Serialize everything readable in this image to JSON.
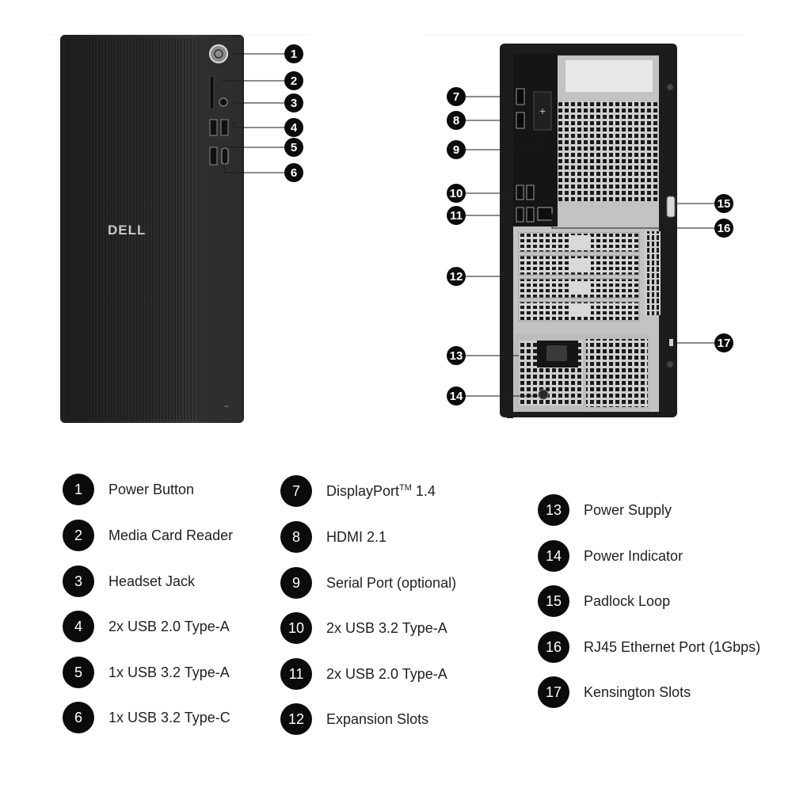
{
  "brand": {
    "logo_text": "DELL"
  },
  "front_callouts": [
    {
      "number": "1"
    },
    {
      "number": "2"
    },
    {
      "number": "3"
    },
    {
      "number": "4"
    },
    {
      "number": "5"
    },
    {
      "number": "6"
    }
  ],
  "back_callouts": [
    {
      "number": "7"
    },
    {
      "number": "8"
    },
    {
      "number": "9"
    },
    {
      "number": "10"
    },
    {
      "number": "11"
    },
    {
      "number": "12"
    },
    {
      "number": "13"
    },
    {
      "number": "14"
    },
    {
      "number": "15"
    },
    {
      "number": "16"
    },
    {
      "number": "17"
    }
  ],
  "legend": {
    "col1": [
      {
        "number": "1",
        "label": "Power Button"
      },
      {
        "number": "2",
        "label": "Media Card Reader"
      },
      {
        "number": "3",
        "label": "Headset Jack"
      },
      {
        "number": "4",
        "label": "2x USB 2.0 Type-A"
      },
      {
        "number": "5",
        "label": "1x USB 3.2 Type-A"
      },
      {
        "number": "6",
        "label": "1x USB 3.2 Type-C"
      }
    ],
    "col2": [
      {
        "number": "7",
        "label": "DisplayPort",
        "superscript": "TM",
        "suffix": " 1.4"
      },
      {
        "number": "8",
        "label": "HDMI 2.1"
      },
      {
        "number": "9",
        "label": "Serial Port (optional)"
      },
      {
        "number": "10",
        "label": "2x USB 3.2 Type-A"
      },
      {
        "number": "11",
        "label": "2x USB 2.0 Type-A"
      },
      {
        "number": "12",
        "label": "Expansion Slots"
      }
    ],
    "col3": [
      {
        "number": "13",
        "label": "Power Supply"
      },
      {
        "number": "14",
        "label": "Power Indicator"
      },
      {
        "number": "15",
        "label": "Padlock Loop"
      },
      {
        "number": "16",
        "label": "RJ45 Ethernet Port (1Gbps)"
      },
      {
        "number": "17",
        "label": "Kensington Slots"
      }
    ]
  },
  "colors": {
    "badge": "#0b0b0b",
    "chassis": "#262626",
    "chassis_edge": "#111111",
    "rear_metal": "#bdbdbd"
  }
}
